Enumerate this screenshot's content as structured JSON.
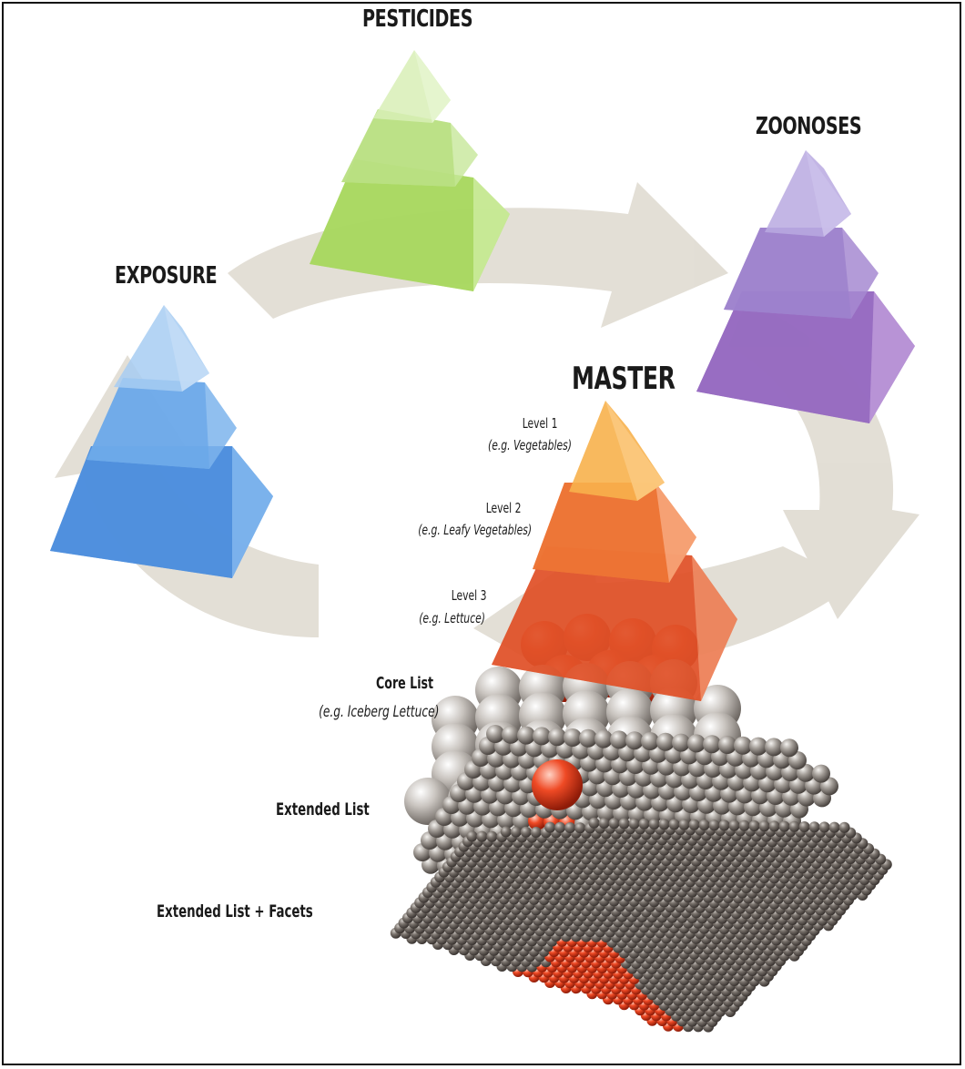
{
  "titles": {
    "pesticides": "PESTICIDES",
    "zoonoses": "ZOONOSES",
    "exposure": "EXPOSURE",
    "master": "MASTER"
  },
  "levels": [
    {
      "name": "Level 1",
      "example": "(e.g. Vegetables)"
    },
    {
      "name": "Level 2",
      "example": "(e.g. Leafy Vegetables)"
    },
    {
      "name": "Level 3",
      "example": "(e.g. Lettuce)"
    }
  ],
  "lists": {
    "core": {
      "name": "Core List",
      "example": "(e.g. Iceberg Lettuce)"
    },
    "extended": "Extended List",
    "facets": "Extended List + Facets"
  },
  "colors": {
    "pesticides": "#9cd44a",
    "zoonoses": "#8e64b8",
    "exposure": "#4b8fde",
    "master_top": "#f3b04c",
    "master_mid": "#ee7d3a",
    "master_low": "#e2552b",
    "highlight_sphere": "#e8361a",
    "grey_sphere": "#8c8680",
    "cycle_arrow": "#d9d4c8"
  }
}
